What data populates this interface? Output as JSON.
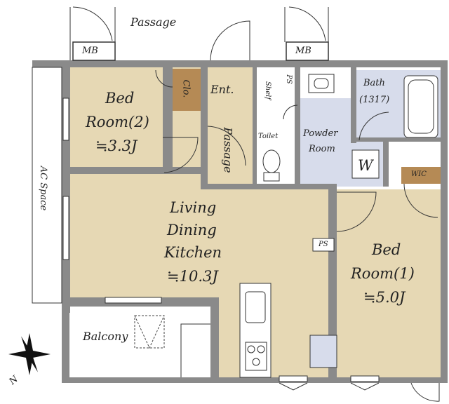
{
  "labels": {
    "passage_top": "Passage",
    "mb_left": "MB",
    "mb_right": "MB",
    "ac_space": "AC Space",
    "bed2_l1": "Bed",
    "bed2_l2": "Room(2)",
    "bed2_area": "≒3.3J",
    "clo": "Clo.",
    "ent": "Ent.",
    "shelf": "Shelf",
    "ps_top": "PS",
    "bath_l1": "Bath",
    "bath_l2": "(1317)",
    "passage_inner": "Passage",
    "toilet": "Toilet",
    "powder_l1": "Powder",
    "powder_l2": "Room",
    "w": "W",
    "wic": "WIC",
    "ldk_l1": "Living",
    "ldk_l2": "Dining",
    "ldk_l3": "Kitchen",
    "ldk_area": "≒10.3J",
    "ps_mid": "PS",
    "bed1_l1": "Bed",
    "bed1_l2": "Room(1)",
    "bed1_area": "≒5.0J",
    "balcony": "Balcony",
    "north": "N"
  },
  "colors": {
    "floor_tan": "#e6d8b4",
    "floor_blue": "#d7dceb",
    "wall": "#8a8a8a",
    "wall_dark": "#6e6e6e",
    "line": "#333333",
    "closet": "#b58a55"
  }
}
